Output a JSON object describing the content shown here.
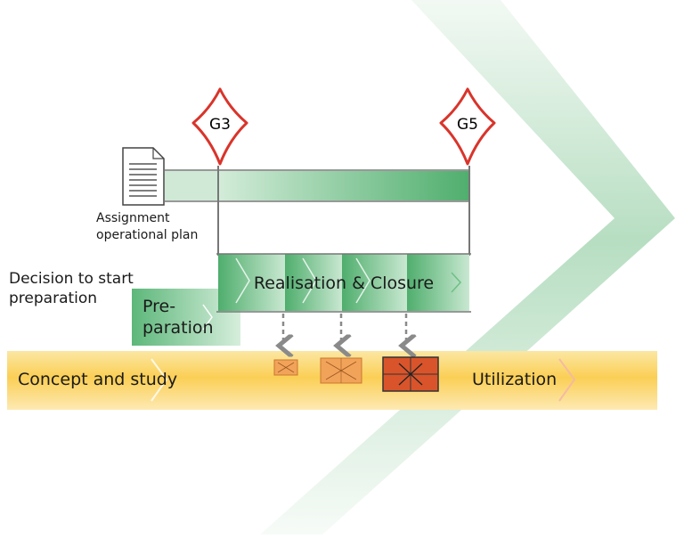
{
  "diagram": {
    "gates": [
      {
        "label": "G3"
      },
      {
        "label": "G5"
      }
    ],
    "document_label_line1": "Assignment",
    "document_label_line2": "operational plan",
    "decision_label_line1": "Decision to start",
    "decision_label_line2": "preparation",
    "preparation_line1": "Pre-",
    "preparation_line2": "paration",
    "realisation_label": "Realisation & Closure",
    "concept_label": "Concept and study",
    "utilization_label": "Utilization",
    "colors": {
      "gate_red": "#d9342b",
      "green_dark": "#5fb57a",
      "green_light": "#cfe9d6",
      "yellow": "#fbd15a",
      "package_small": "#f2a35a",
      "package_large": "#d9542a"
    }
  }
}
